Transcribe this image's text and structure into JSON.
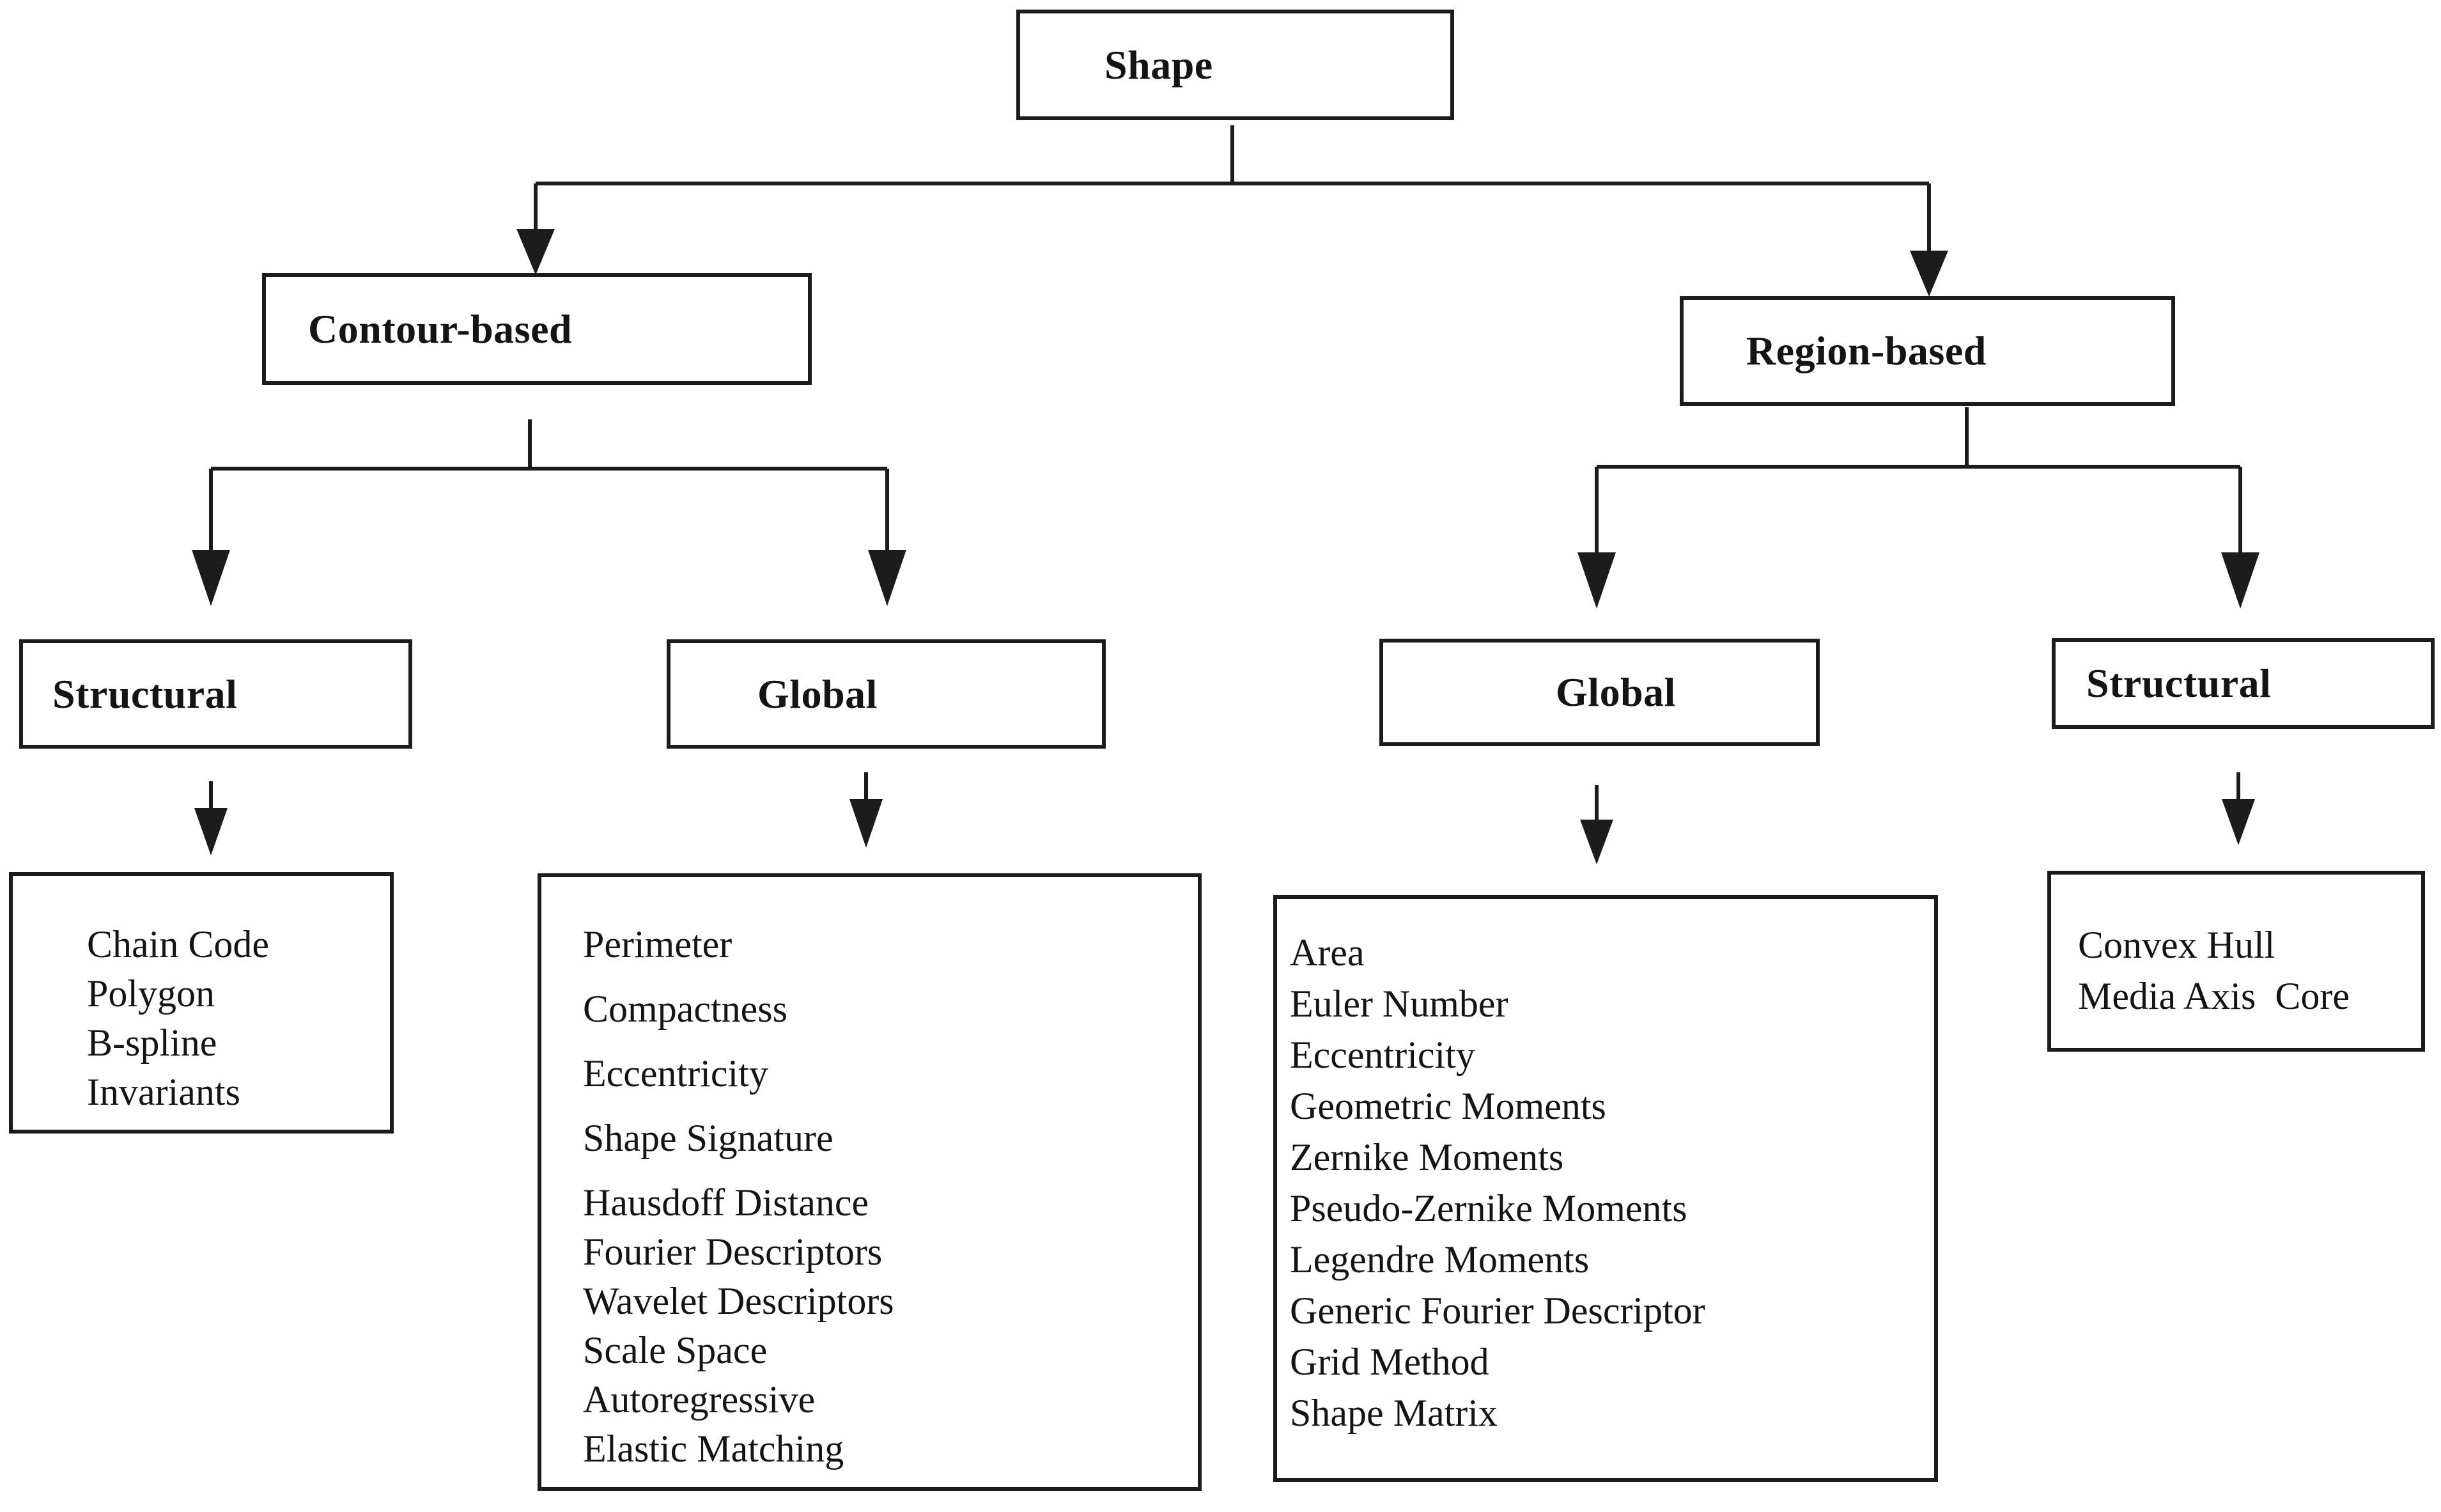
{
  "tree": {
    "root": {
      "label": "Shape"
    },
    "contour": {
      "label": "Contour-based",
      "structural": {
        "label": "Structural",
        "items": [
          "Chain Code",
          "Polygon",
          "B-spline",
          "Invariants"
        ]
      },
      "global": {
        "label": "Global",
        "items": [
          "Perimeter",
          "Compactness",
          "Eccentricity",
          "Shape Signature",
          "Hausdoff Distance",
          "Fourier Descriptors",
          "Wavelet Descriptors",
          "Scale Space",
          "Autoregressive",
          "Elastic Matching"
        ]
      }
    },
    "region": {
      "label": "Region-based",
      "global": {
        "label": "Global",
        "items": [
          "Area",
          "Euler Number",
          "Eccentricity",
          "Geometric Moments",
          "Zernike Moments",
          "Pseudo-Zernike Moments",
          "Legendre Moments",
          "Generic Fourier Descriptor",
          "Grid Method",
          "Shape Matrix"
        ]
      },
      "structural": {
        "label": "Structural",
        "items": [
          "Convex Hull",
          "Media Axis  Core"
        ]
      }
    }
  },
  "colors": {
    "ink": "#1c1c1c",
    "background": "#ffffff"
  }
}
